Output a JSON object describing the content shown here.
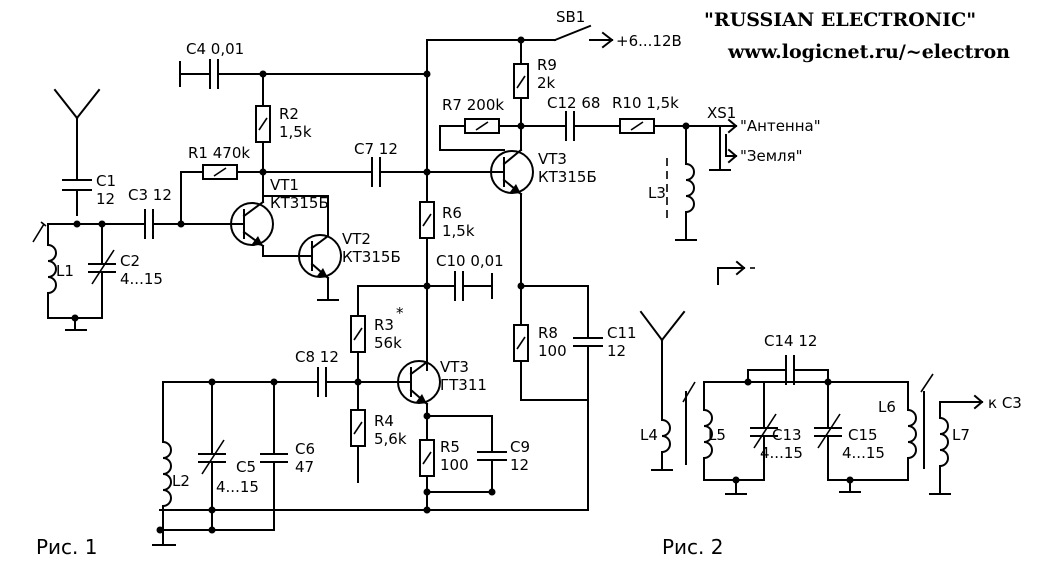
{
  "header": {
    "title": "\"RUSSIAN  ELECTRONIC\"",
    "url": "www.logicnet.ru/~electron"
  },
  "figures": {
    "fig1": "Рис. 1",
    "fig2": "Рис. 2"
  },
  "supply": {
    "switch": "SB1",
    "voltage": "+6...12В"
  },
  "outputs": {
    "antenna": "\"Антенна\"",
    "ground": "\"Земля\"",
    "xs1": "XS1",
    "to_c3": "к С3"
  },
  "components": {
    "c1": [
      "С1",
      "12"
    ],
    "c2": [
      "С2",
      "4...15"
    ],
    "c3": "С3  12",
    "c4": "С4  0,01",
    "c5": [
      "С5",
      "4...15"
    ],
    "c6": [
      "С6",
      "47"
    ],
    "c7": "С7  12",
    "c8": "С8  12",
    "c9": [
      "С9",
      "12"
    ],
    "c10": "С10  0,01",
    "c11": [
      "С11",
      "12"
    ],
    "c12": "С12  68",
    "c13": [
      "С13",
      "4...15"
    ],
    "c14": "С14  12",
    "c15": [
      "С15",
      "4...15"
    ],
    "l1": "L1",
    "l2": "L2",
    "l3": "L3",
    "l4": "L4",
    "l5": "L5",
    "l6": "L6",
    "l7": "L7",
    "r1": "R1  470k",
    "r2": [
      "R2",
      "1,5k"
    ],
    "r3": [
      "R3",
      "56k"
    ],
    "r3_mark": "*",
    "r4": [
      "R4",
      "5,6k"
    ],
    "r5": [
      "R5",
      "100"
    ],
    "r6": [
      "R6",
      "1,5k"
    ],
    "r7": "R7  200k",
    "r8": [
      "R8",
      "100"
    ],
    "r9": [
      "R9",
      "2k"
    ],
    "r10": "R10  1,5k",
    "vt1": [
      "VT1",
      "КТ315Б"
    ],
    "vt2": [
      "VT2",
      "КТ315Б"
    ],
    "vt3a": [
      "VT3",
      "ГТ311"
    ],
    "vt3b": [
      "VT3",
      "КТ315Б"
    ]
  }
}
